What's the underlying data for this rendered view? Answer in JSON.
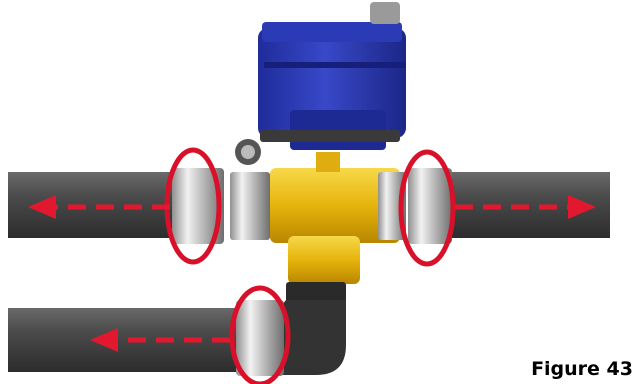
{
  "figure": {
    "caption": "Figure 43",
    "image_description_icon": "motorized-ball-valve-illustration",
    "colors": {
      "pipe": "#4a4a4a",
      "valve_body": "#e8b80f",
      "actuator": "#2f3fb8",
      "highlight_ring": "#d8102a",
      "flow_arrow": "#e2182f",
      "fitting_metal": "#c9c9c9"
    },
    "flow_arrows": [
      "left-upper",
      "right-upper",
      "left-lower"
    ],
    "highlighted_connections": 3
  }
}
